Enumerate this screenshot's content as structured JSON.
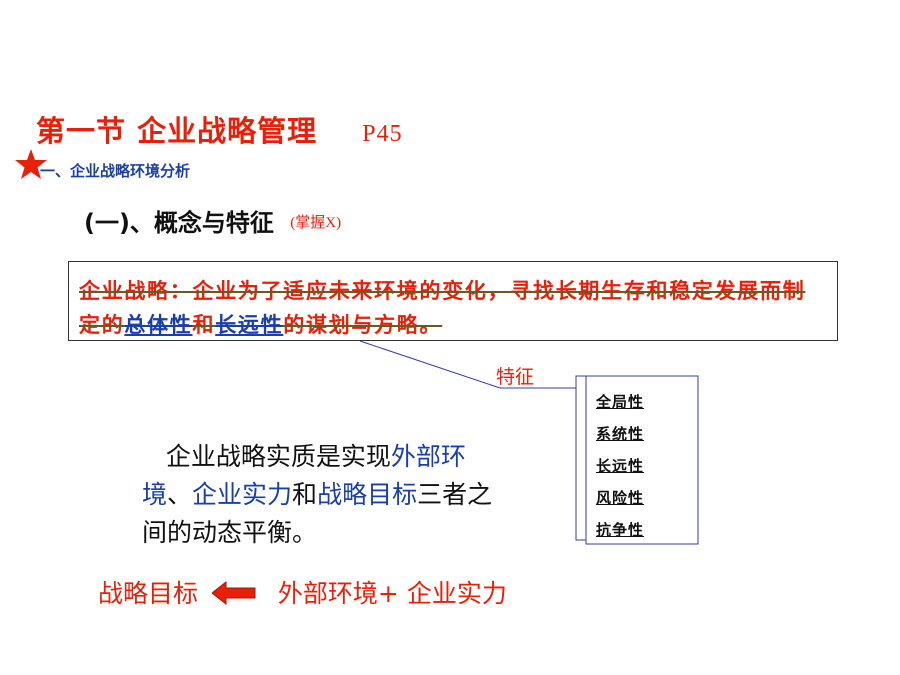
{
  "slide": {
    "title": "第一节  企业战略管理",
    "page_ref": "P45",
    "subheading": "一、企业战略环境分析",
    "concept_heading": "(一)、概念与特征",
    "concept_note": "(掌握X)",
    "definition": {
      "part1": "企业战略：企业为了适应未来环境的变化，寻找长期生存和稳定发展而制定的",
      "term1": "总体性",
      "connector": "和",
      "term2": "长远性",
      "part2": "的谋划与方略。"
    },
    "features_label": "特征",
    "features": [
      "全局性",
      "系统性",
      "长远性",
      "风险性",
      "抗争性"
    ],
    "essence": {
      "part1": "企业战略实质是实现",
      "blue1": "外部环境",
      "sep1": "、",
      "blue2": "企业实力",
      "sep2": "和",
      "blue3": "战略目标",
      "part2": "三者之间的动态平衡。"
    },
    "formula": {
      "left": "战略目标",
      "right": "外部环境+ 企业实力"
    }
  },
  "colors": {
    "accent_red": "#e8200a",
    "accent_blue": "#1a3faa",
    "text": "#111111"
  },
  "icons": {
    "bullet": "star-icon",
    "formula_arrow": "left-arrow-icon"
  }
}
